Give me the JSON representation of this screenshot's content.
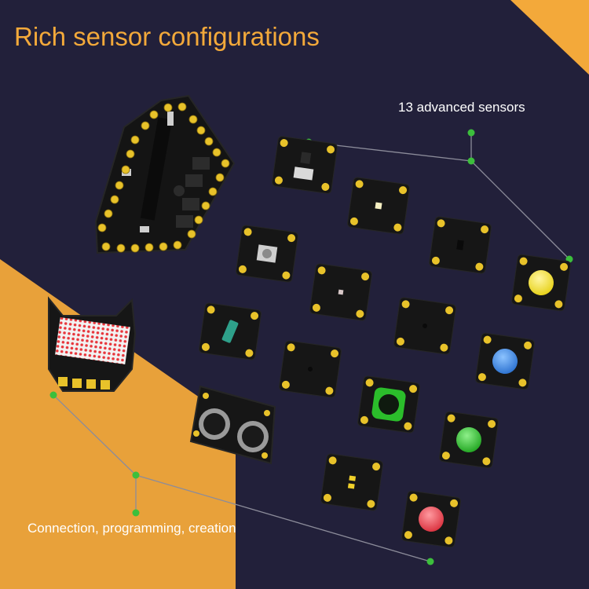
{
  "title": "Rich sensor configurations",
  "callouts": {
    "sensors": "13 advanced sensors",
    "usage": "Connection, programming, creation"
  },
  "colors": {
    "background": "#22203a",
    "accent": "#f3a93a",
    "board": "#161616",
    "pad": "#e8c22a",
    "connector_dot": "#3cbf3c",
    "button_yellow": "#f2e21a",
    "button_blue": "#3a86e0",
    "button_green": "#2bbd2b",
    "button_red": "#e8404a"
  }
}
